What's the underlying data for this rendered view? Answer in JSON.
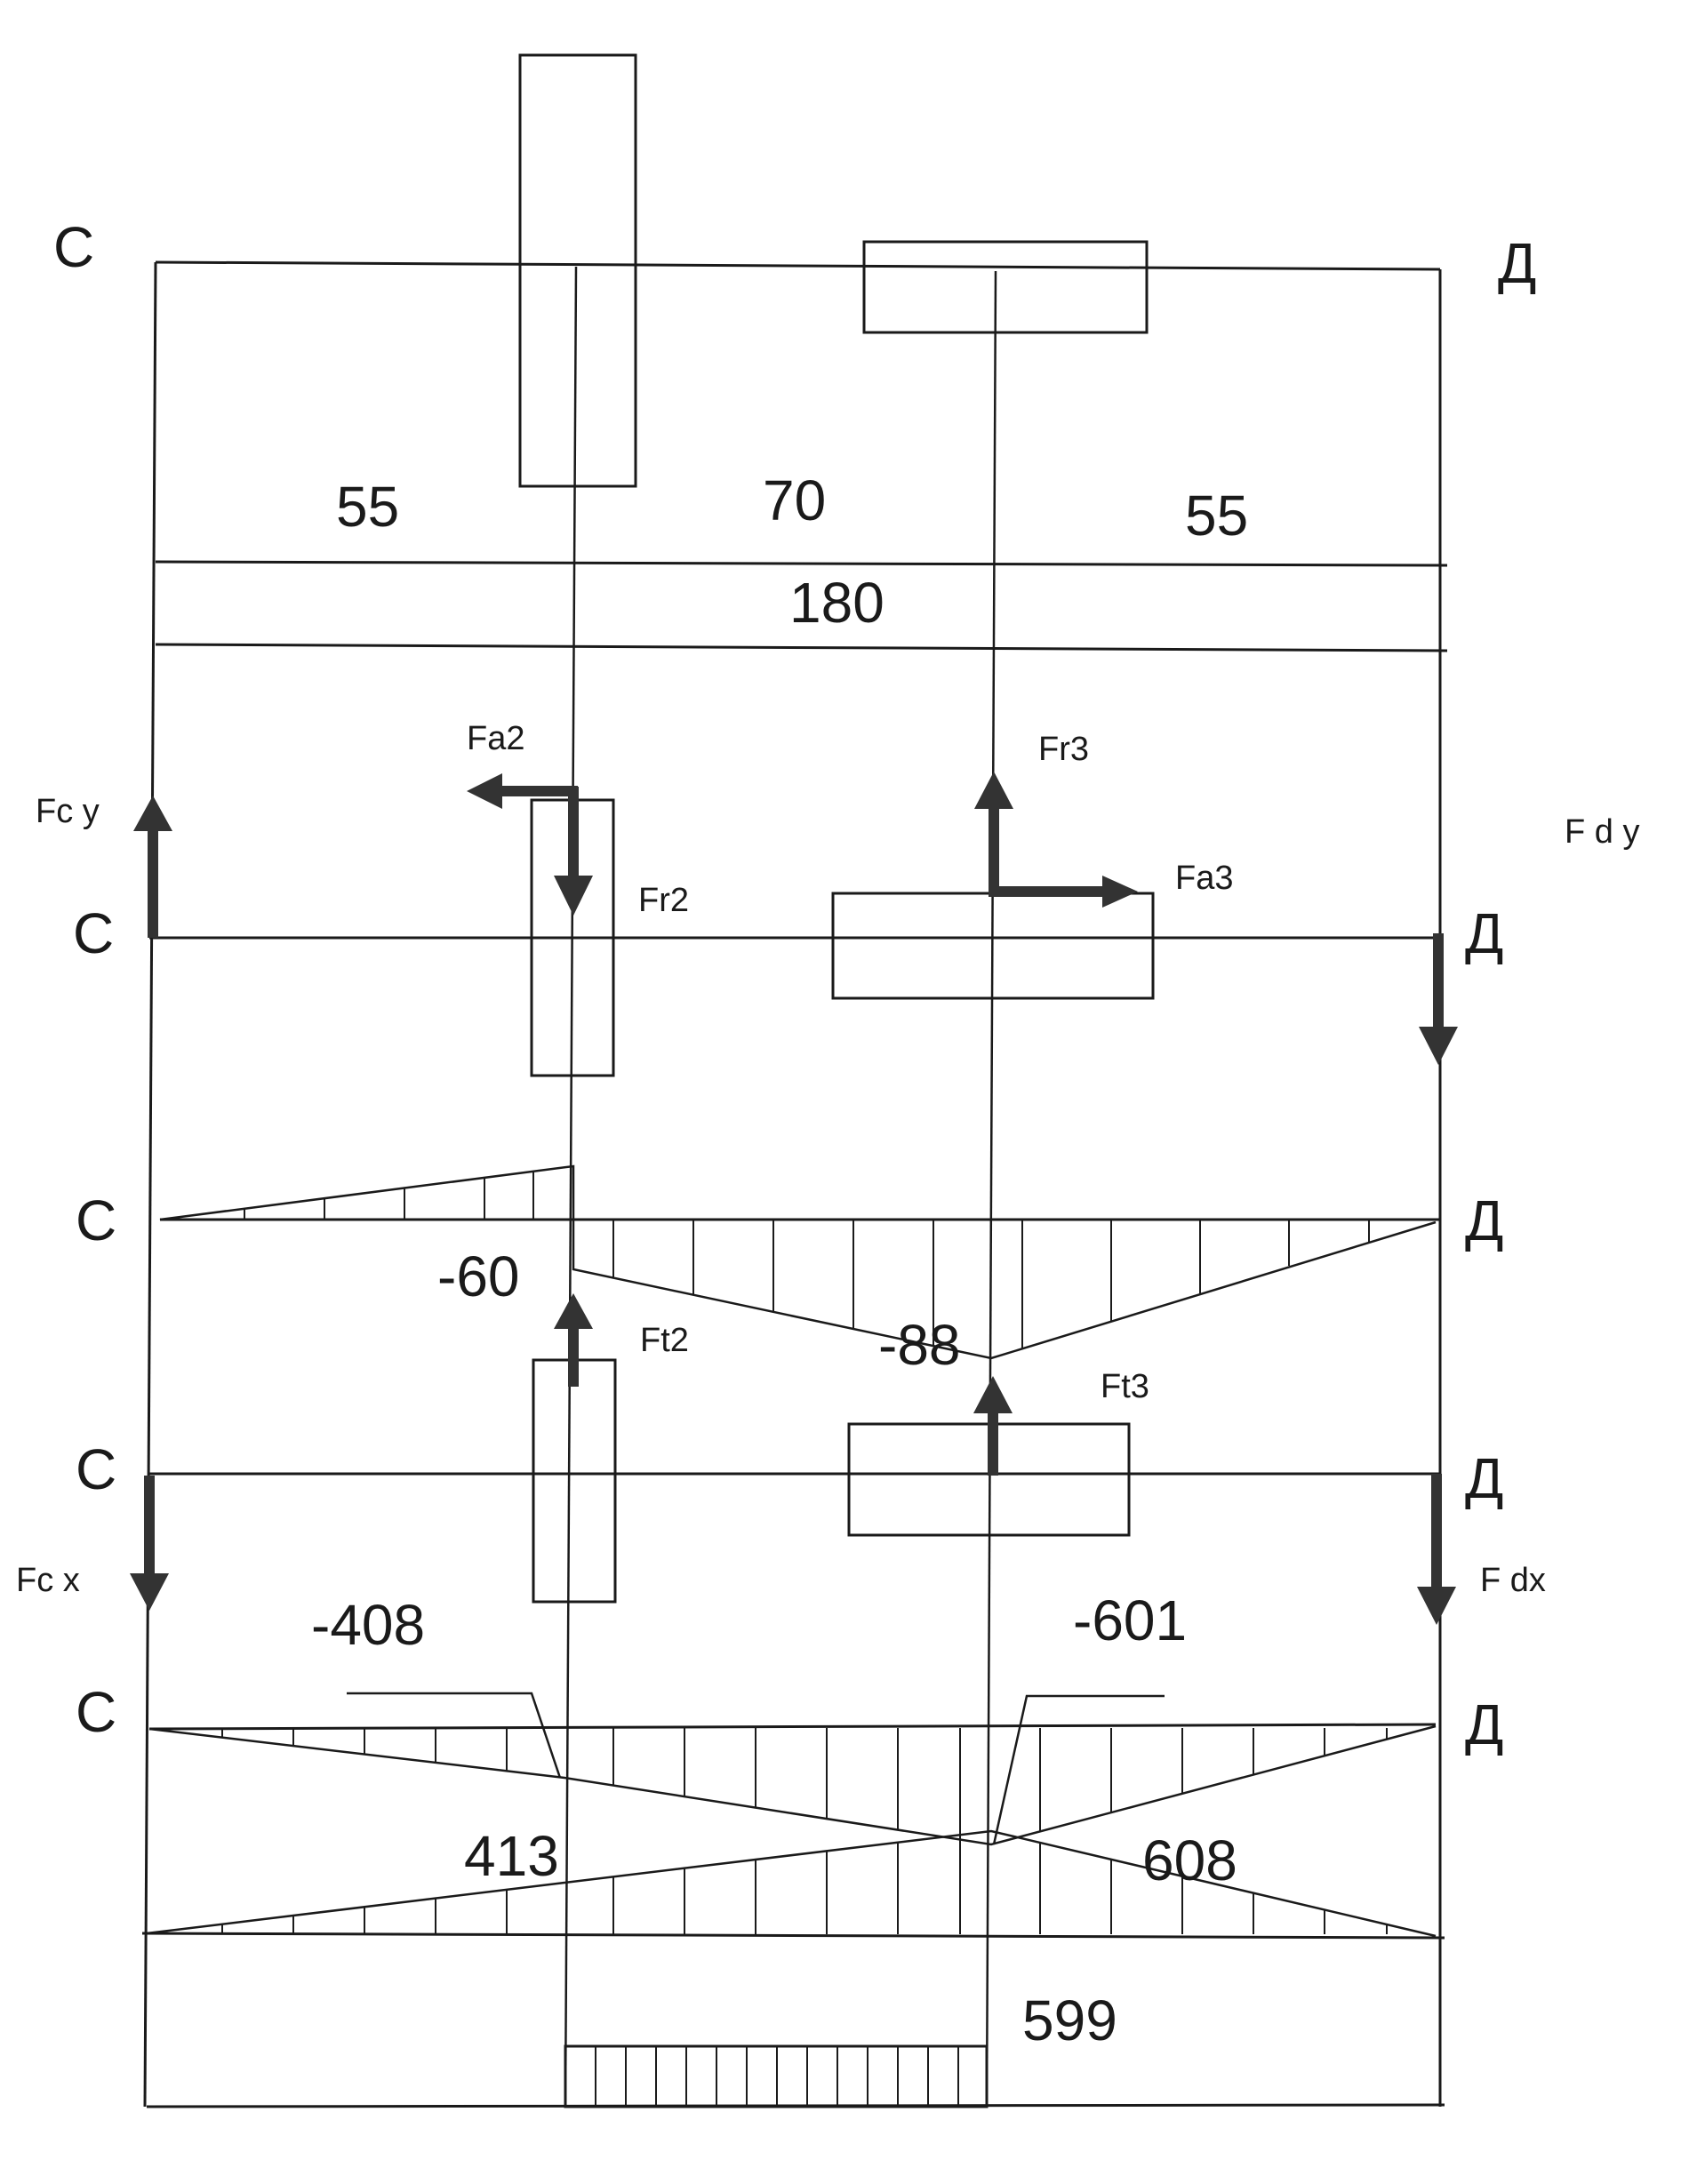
{
  "supports": {
    "left": "C",
    "right": "Д",
    "right_alt": "Д"
  },
  "dimensions": {
    "segment_1": "55",
    "segment_2": "70",
    "segment_3": "55",
    "total": "180"
  },
  "forces": {
    "fa2": "Fa2",
    "fr2": "Fr2",
    "fr3": "Fr3",
    "fa3": "Fa3",
    "fcy": "Fc y",
    "fdy": "F d y",
    "ft2": "Ft2",
    "ft3": "Ft3",
    "fcx": "Fc x",
    "fdx": "F dx"
  },
  "moment_values": {
    "m_vertical_a": "-60",
    "m_vertical_b": "-88",
    "m_horizontal_a": "-408",
    "m_horizontal_b": "-601",
    "m_total_a": "413",
    "m_total_b": "608",
    "torque": "599"
  }
}
